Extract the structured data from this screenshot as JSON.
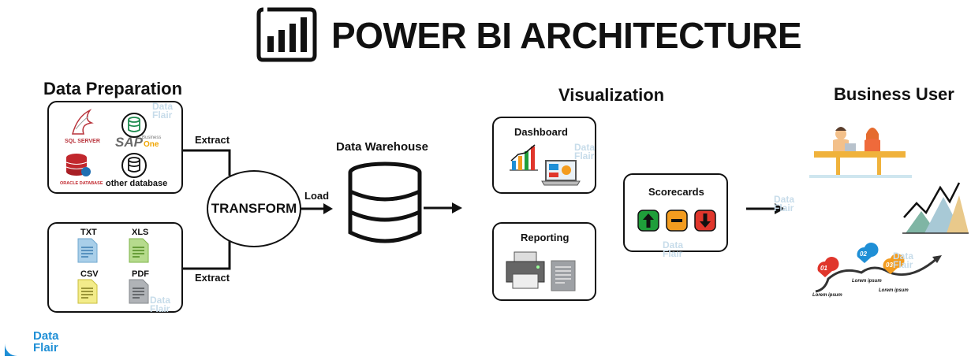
{
  "title": "POWER BI ARCHITECTURE",
  "sections": {
    "data_preparation": "Data Preparation",
    "visualization": "Visualization",
    "business_user": "Business User"
  },
  "sources_db": {
    "sql_server": "SQL SERVER",
    "sap_main": "SAP",
    "sap_sub1": "Business",
    "sap_sub2": "One",
    "oracle": "ORACLE DATABASE",
    "other": "other database"
  },
  "sources_files": [
    "TXT",
    "XLS",
    "CSV",
    "PDF"
  ],
  "edges": {
    "extract_top": "Extract",
    "extract_bottom": "Extract",
    "load": "Load"
  },
  "transform": "TRANSFORM",
  "warehouse": "Data Warehouse",
  "dashboard": "Dashboard",
  "reporting": "Reporting",
  "scorecards": "Scorecards",
  "lorem": [
    "Lorem ipsum",
    "Lorem ipsum",
    "Lorem ipsum"
  ],
  "markers": [
    "01",
    "02",
    "03"
  ],
  "brand": {
    "line1": "Data",
    "line2": "Flair"
  },
  "colors": {
    "scorecard_green": "#1f9e3a",
    "scorecard_orange": "#f39c1f",
    "scorecard_red": "#e0362c",
    "accent_blue": "#1f8fd6"
  }
}
